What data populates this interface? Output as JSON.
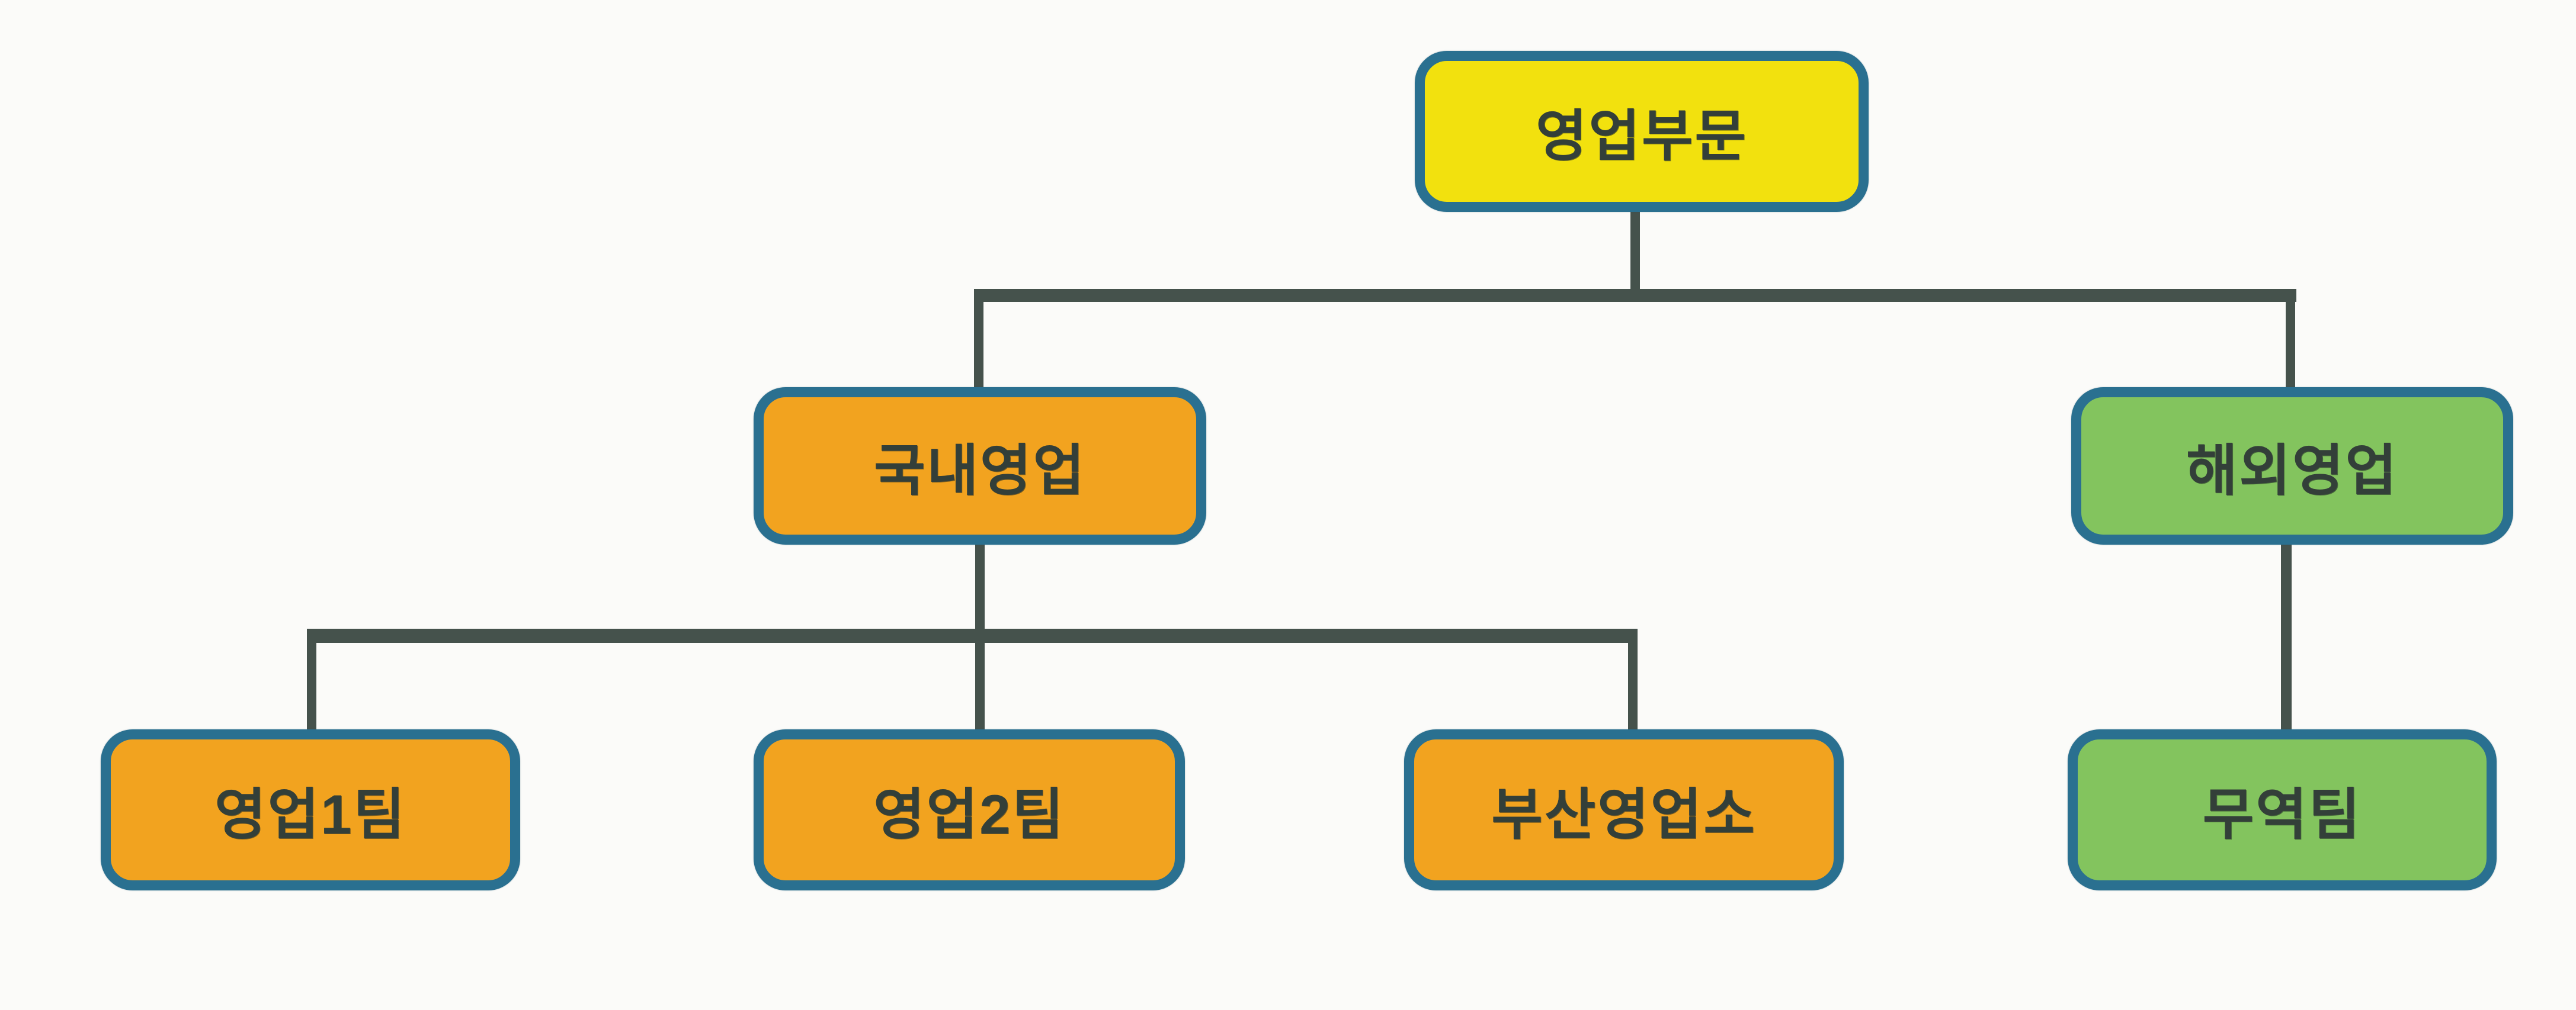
{
  "page": {
    "background_color": "#fbfbf9"
  },
  "diagram": {
    "type": "org-chart",
    "language": "ko",
    "colors": {
      "node_border": "#2a7090",
      "connector_line": "#45524c",
      "label_text": "#333f39",
      "level1_fill_yellow": "#f2e10e",
      "branch_fill_orange": "#f2a31f",
      "branch_fill_green": "#83c45e"
    },
    "nodes": [
      {
        "id": "sales-division",
        "label": "영업부문",
        "level": 1,
        "fill": "#f2e10e"
      },
      {
        "id": "domestic-sales",
        "label": "국내영업",
        "level": 2,
        "fill": "#f2a31f"
      },
      {
        "id": "overseas-sales",
        "label": "해외영업",
        "level": 2,
        "fill": "#83c45e"
      },
      {
        "id": "sales-team-1",
        "label": "영업1팀",
        "level": 3,
        "fill": "#f2a31f"
      },
      {
        "id": "sales-team-2",
        "label": "영업2팀",
        "level": 3,
        "fill": "#f2a31f"
      },
      {
        "id": "busan-sales-office",
        "label": "부산영업소",
        "level": 3,
        "fill": "#f2a31f"
      },
      {
        "id": "trade-team",
        "label": "무역팀",
        "level": 3,
        "fill": "#83c45e"
      }
    ],
    "edges": [
      {
        "from": "sales-division",
        "to": "domestic-sales"
      },
      {
        "from": "sales-division",
        "to": "overseas-sales"
      },
      {
        "from": "domestic-sales",
        "to": "sales-team-1"
      },
      {
        "from": "domestic-sales",
        "to": "sales-team-2"
      },
      {
        "from": "domestic-sales",
        "to": "busan-sales-office"
      },
      {
        "from": "overseas-sales",
        "to": "trade-team"
      }
    ]
  }
}
